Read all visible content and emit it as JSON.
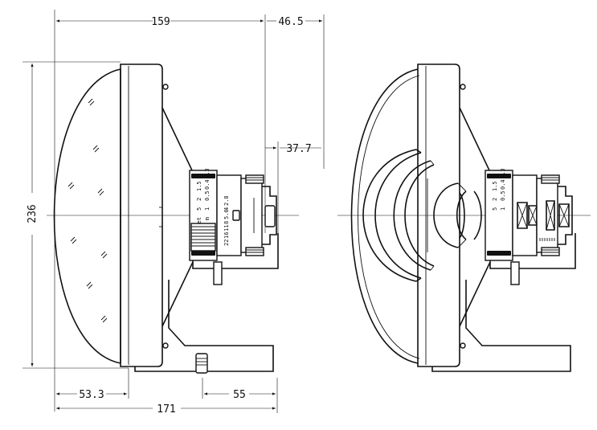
{
  "dimensions": {
    "top_left": "159",
    "top_right": "46.5",
    "mid_right": "37.7",
    "height": "236",
    "bottom_left": "53.3",
    "bottom_mid": "55",
    "bottom_total": "171"
  },
  "distance_scale": {
    "unit_feet": "feet",
    "unit_meters": "m",
    "feet_values": [
      "5",
      "2",
      "1.5",
      "1"
    ],
    "meter_values": [
      "1",
      "0.5",
      "0.4",
      "0.3"
    ],
    "aperture_values": [
      "22",
      "16",
      "11",
      "8",
      "5.6",
      "4",
      "2.8"
    ]
  },
  "colors": {
    "line": "#111111",
    "background": "#ffffff"
  }
}
